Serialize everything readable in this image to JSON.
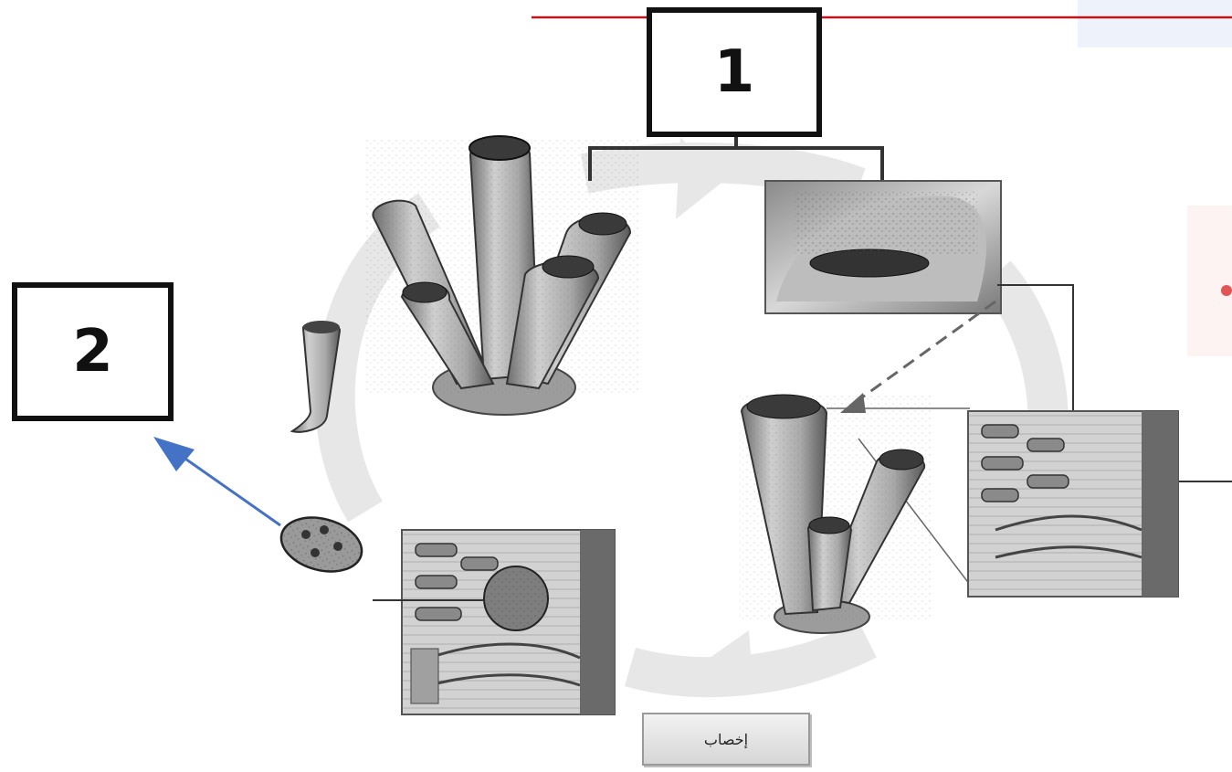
{
  "labels": {
    "box1": "1",
    "box2": "2"
  },
  "caption": "إخصاب",
  "colors": {
    "top_line": "#c0141b",
    "blue_arrow": "#4472c4",
    "box_border": "#111111",
    "cycle_arrow": "#e6e6e6",
    "panel_blue_tint": "#eef2fb",
    "panel_pink_tint": "#fdecec"
  },
  "icons": [
    "sponge-colony-large",
    "sponge-osculum-closeup",
    "sponge-colony-small",
    "sponge-wall-section-right",
    "sponge-wall-section-left",
    "larva-icon",
    "young-sponge-icon"
  ]
}
